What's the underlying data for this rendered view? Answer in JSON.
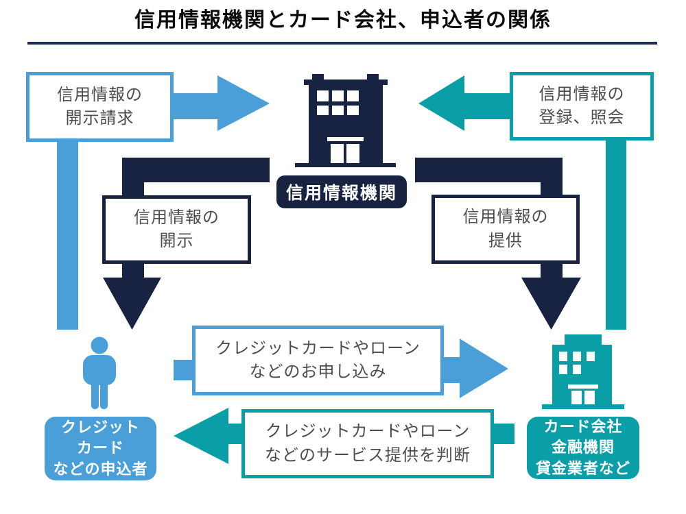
{
  "title": "信用情報機関とカード会社、申込者の関係",
  "colors": {
    "blue": "#4A9FD8",
    "teal": "#0A9EA6",
    "navy": "#182341",
    "rule_navy": "#1C2B4F",
    "text_gray": "#4D4D4D"
  },
  "nodes": {
    "credit_bureau": {
      "label": "信用情報機関"
    },
    "applicant": {
      "lines": [
        "クレジット",
        "カード",
        "などの申込者"
      ]
    },
    "card_company": {
      "lines": [
        "カード会社",
        "金融機関",
        "貸金業者など"
      ]
    }
  },
  "flows": {
    "disclosure_request": {
      "lines": [
        "信用情報の",
        "開示請求"
      ]
    },
    "registration_inquiry": {
      "lines": [
        "信用情報の",
        "登録、照会"
      ]
    },
    "disclosure": {
      "lines": [
        "信用情報の",
        "開示"
      ]
    },
    "provision": {
      "lines": [
        "信用情報の",
        "提供"
      ]
    },
    "application": {
      "lines": [
        "クレジットカードやローン",
        "などのお申し込み"
      ]
    },
    "service_decision": {
      "lines": [
        "クレジットカードやローン",
        "などのサービス提供を判断"
      ]
    }
  }
}
